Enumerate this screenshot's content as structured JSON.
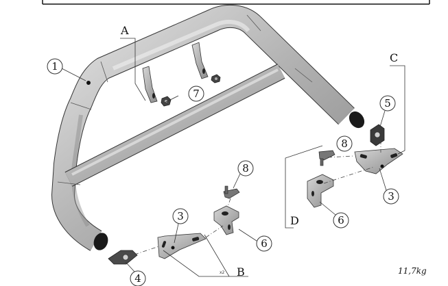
{
  "letters": {
    "a": "A",
    "b": "B",
    "c": "C",
    "d": "D"
  },
  "callouts": {
    "c1": "1",
    "c7": "7",
    "c5": "5",
    "c8_right": "8",
    "c3_right": "3",
    "c6_right": "6",
    "c8_left": "8",
    "c3_left": "3",
    "c6_left": "6",
    "c4": "4"
  },
  "multiplier": "x2",
  "weight": "11,7kg",
  "colors": {
    "tube_dark": "#8e8e8e",
    "tube_mid": "#b4b4b4",
    "tube_light": "#dedede",
    "outline": "#333333"
  }
}
